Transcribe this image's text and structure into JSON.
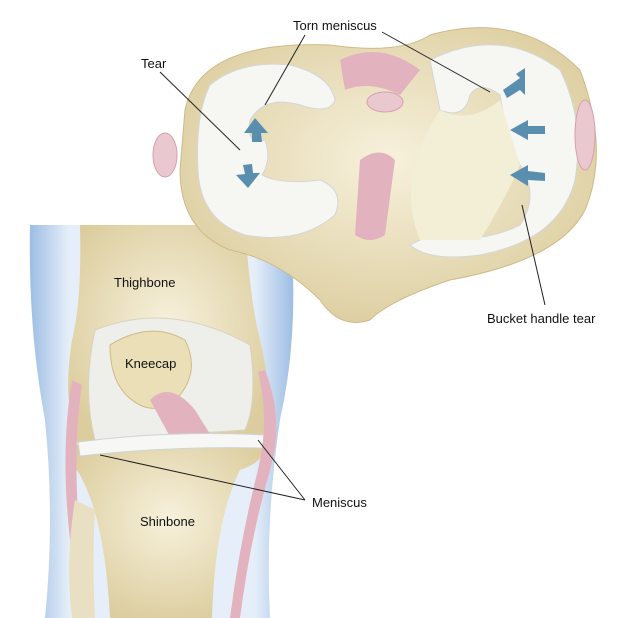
{
  "labels": {
    "torn_meniscus": "Torn meniscus",
    "tear": "Tear",
    "thighbone": "Thighbone",
    "kneecap": "Kneecap",
    "shinbone": "Shinbone",
    "meniscus": "Meniscus",
    "bucket_handle_tear": "Bucket handle tear"
  },
  "colors": {
    "bone": "#efe6c8",
    "meniscus": "#f7f7f5",
    "ligament": "#e2b3bf",
    "arrow": "#5a8eae",
    "skin_glow": "#b9d1ec"
  }
}
